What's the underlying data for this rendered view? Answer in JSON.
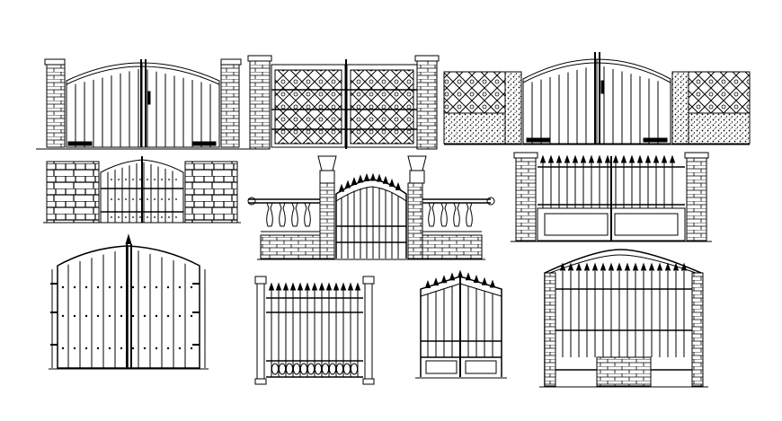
{
  "drawing": {
    "stroke": "#000000",
    "background": "#ffffff"
  },
  "gates": [
    {
      "id": "gate-1",
      "kind": "double-leaf arched plank gate between brick pillars"
    },
    {
      "id": "gate-2",
      "kind": "double-leaf ornamental lattice gate between brick pillars"
    },
    {
      "id": "gate-3",
      "kind": "double-leaf arched plank gate with stone wall and lattice panels"
    },
    {
      "id": "gate-4",
      "kind": "double-leaf arched studded door between stone walls"
    },
    {
      "id": "gate-5",
      "kind": "arched iron gate between balustrade and urn-topped pillars"
    },
    {
      "id": "gate-6",
      "kind": "spear-top iron gate with lower panels between brick pillars"
    },
    {
      "id": "gate-7",
      "kind": "large arched studded plank gate"
    },
    {
      "id": "gate-8",
      "kind": "spear-top iron fence panel with loops between columns"
    },
    {
      "id": "gate-9",
      "kind": "pointed double-leaf iron gate"
    },
    {
      "id": "gate-10",
      "kind": "iron gate under gabled brick archway"
    }
  ]
}
